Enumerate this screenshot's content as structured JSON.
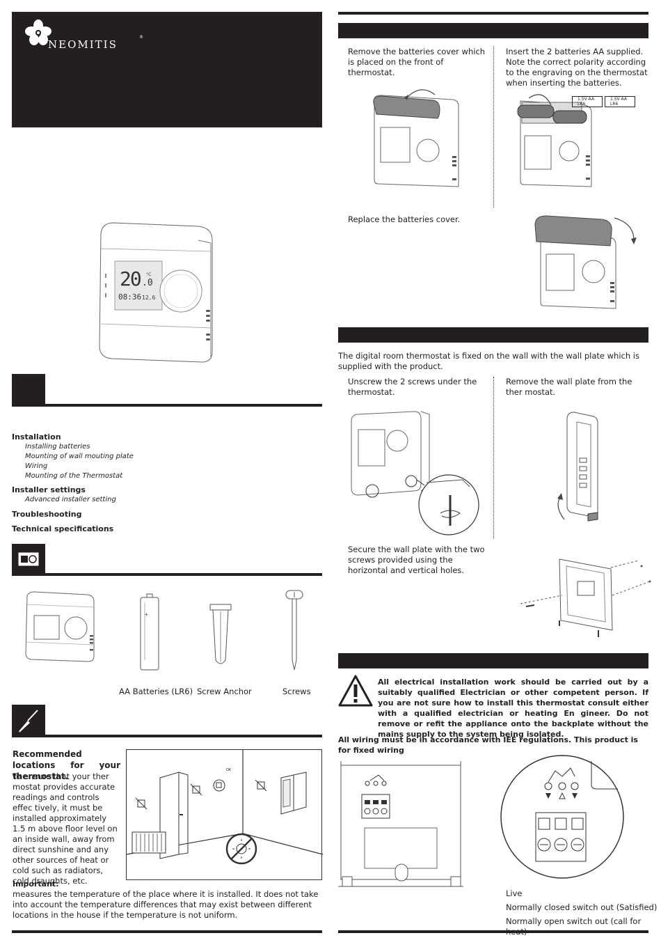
{
  "brand": {
    "name": "NEOMITIS",
    "reg": "®"
  },
  "display": {
    "temp": "20",
    "temp_dec": ".0",
    "unit": "°C",
    "time": "08:36",
    "extra": "12.6"
  },
  "toc": [
    {
      "title": "Installation",
      "items": [
        "Installing batteries",
        "Mounting of wall mouting plate",
        "Wiring",
        "Mounting of the Thermostat"
      ]
    },
    {
      "title": "Installer settings",
      "items": [
        "Advanced installer setting"
      ]
    },
    {
      "title": "Troubleshooting",
      "items": []
    },
    {
      "title": "Technical specifications",
      "items": []
    }
  ],
  "contents": {
    "labels": [
      "AA Batteries (LR6)",
      "Screw Anchor",
      "Screws"
    ]
  },
  "location": {
    "heading": "Recommended locations for your thermostat.",
    "body": "To ensure that your ther mostat provides accurate readings and controls effec tively, it must be installed approximately 1.5 m above floor level on an inside wall, away from direct sunshine and any other sources of heat or cold such as radiators, cold draughts, etc.",
    "important_label": "Important:",
    "important_text": "measures the temperature of the place where it is installed. It does not take into account the temperature differences that may exist between different locations  in the house if the temperature is not uniform.",
    "ok_label": "OK"
  },
  "batteries": {
    "step1": "Remove the batteries cover which is placed on the front of thermostat.",
    "step2": "Insert the 2 batteries AA supplied. Note the correct polarity according to the engraving on the thermostat when inserting the batteries.",
    "step3": "Replace the batteries cover.",
    "battery_label": "1.5V AA LR6"
  },
  "wallplate": {
    "intro": "The digital room thermostat is fixed on the wall with the wall plate which is supplied with the product.",
    "step1": "Unscrew the 2 screws under the thermostat.",
    "step2": "Remove the wall plate from the ther mostat.",
    "step3": "Secure the wall plate with the two screws provided using the horizontal and vertical holes."
  },
  "wiring": {
    "warning": "All electrical installation work should be carried out by a suitably qualified Electrician or other competent person. If you are not sure how to install this thermostat consult either with a qualified electrician or heating En gineer. Do not remove or refit the appliance onto the backplate without the mains supply to the system being isolated.",
    "iee": "All wiring must be in accordance with IEE regulations. This product is for fixed wiring",
    "terminals": [
      "Live",
      "Normally closed switch out (Satisfied)",
      "Normally open switch out (call for heat)"
    ]
  }
}
